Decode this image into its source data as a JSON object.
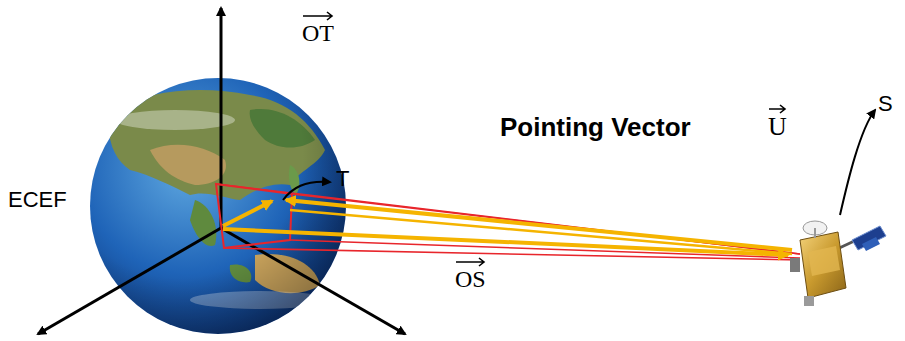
{
  "diagram": {
    "labels": [
      "OT",
      "T",
      "Pointing Vector",
      "U",
      "S",
      "ECEF",
      "OS"
    ]
  }
}
